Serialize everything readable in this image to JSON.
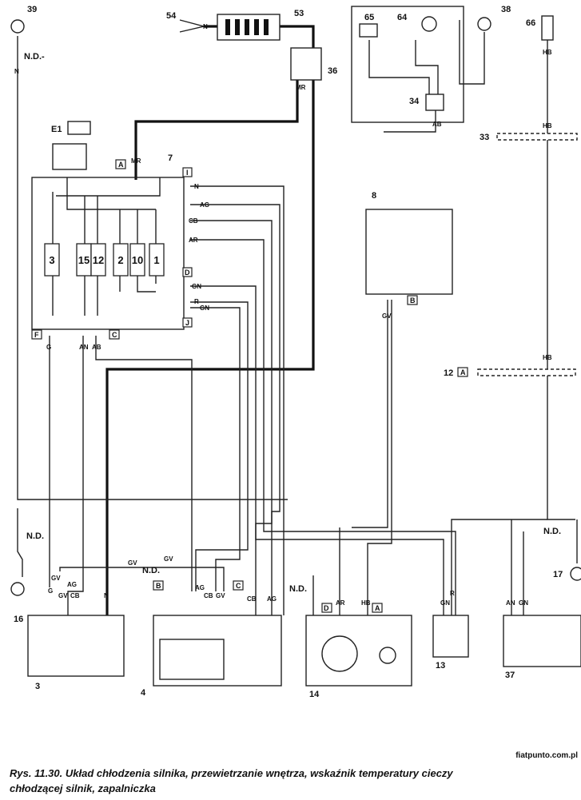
{
  "labels": {
    "c39": "39",
    "c38": "38",
    "c54": "54",
    "c53": "53",
    "c36": "36",
    "c65": "65",
    "c64": "64",
    "c66": "66",
    "c34": "34",
    "c33": "33",
    "e1": "E1",
    "c7": "7",
    "c8": "8",
    "c12": "12",
    "c16": "16",
    "c17": "17",
    "c3": "3",
    "c4": "4",
    "c14": "14",
    "c13": "13",
    "c37": "37"
  },
  "nd": {
    "a": "N.D.-",
    "b": "N.D.",
    "c": "N.D.",
    "d": "N.D.",
    "e": "N.D."
  },
  "wires": {
    "n": "N",
    "mr": "MR",
    "hb": "HB",
    "ab": "AB",
    "ag": "AG",
    "cb": "CB",
    "ar": "AR",
    "gn": "GN",
    "r": "R",
    "gv": "GV",
    "g": "G",
    "an": "AN"
  },
  "connectors": {
    "a": "A",
    "b": "B",
    "c": "C",
    "d": "D",
    "f": "F",
    "i": "I",
    "j": "J"
  },
  "fuses": [
    "3",
    "15",
    "12",
    "2",
    "10",
    "1"
  ],
  "caption": {
    "line1": "Rys. 11.30. Układ chłodzenia silnika, przewietrzanie wnętrza, wskaźnik temperatury cieczy",
    "line2": "chłodzącej silnik, zapalniczka"
  },
  "site": "fiatpunto.com.pl"
}
